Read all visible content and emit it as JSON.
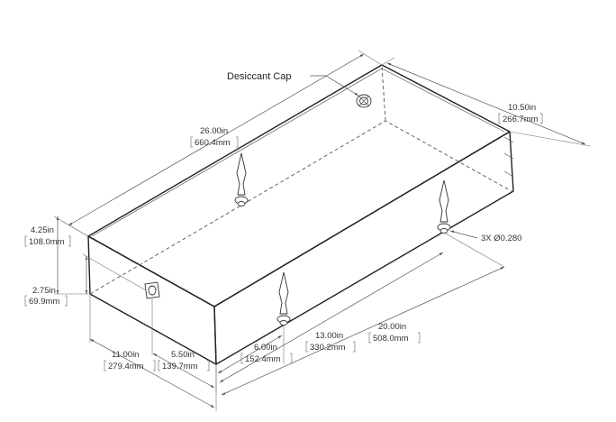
{
  "callouts": {
    "desiccant_cap": "Desiccant Cap",
    "hole_note": "3X Ø0.280"
  },
  "dimensions": {
    "length_in": "26.00in",
    "length_mm": "660.4mm",
    "width_in": "10.50in",
    "width_mm": "266.7mm",
    "height_in": "4.25in",
    "height_mm": "108.0mm",
    "cap_height_in": "2.75in",
    "cap_height_mm": "69.9mm",
    "cap_width_in": "11.00in",
    "cap_width_mm": "279.4mm",
    "cap_offset_in": "5.50in",
    "cap_offset_mm": "139.7mm",
    "hole1_in": "6.00in",
    "hole1_mm": "152.4mm",
    "hole2_in": "13.00in",
    "hole2_mm": "330.2mm",
    "hole3_in": "20.00in",
    "hole3_mm": "508.0mm"
  }
}
